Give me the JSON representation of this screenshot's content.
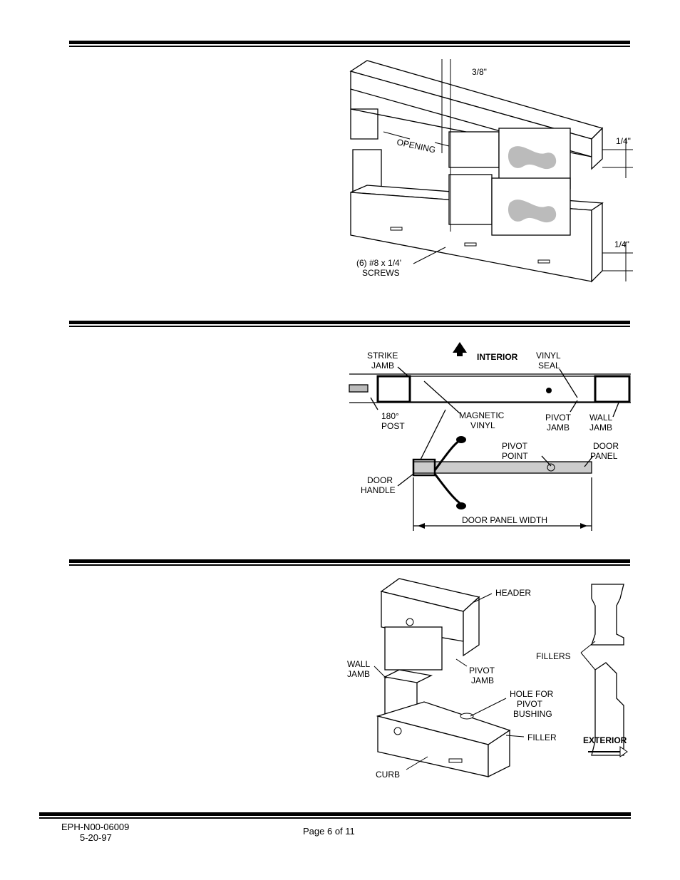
{
  "figure1": {
    "dim_top": "3/8\"",
    "dim_right_upper": "1/4\"",
    "dim_right_lower": "1/4\"",
    "opening_label": "OPENING",
    "screws_line1": "(6) #8 x 1/4'",
    "screws_line2": "SCREWS"
  },
  "figure2": {
    "interior": "INTERIOR",
    "strike_jamb_1": "STRIKE",
    "strike_jamb_2": "JAMB",
    "vinyl_seal_1": "VINYL",
    "vinyl_seal_2": "SEAL",
    "post_1": "180°",
    "post_2": "POST",
    "magnetic_vinyl_1": "MAGNETIC",
    "magnetic_vinyl_2": "VINYL",
    "pivot_jamb_1": "PIVOT",
    "pivot_jamb_2": "JAMB",
    "wall_jamb_1": "WALL",
    "wall_jamb_2": "JAMB",
    "pivot_point_1": "PIVOT",
    "pivot_point_2": "POINT",
    "door_panel_1": "DOOR",
    "door_panel_2": "PANEL",
    "door_handle_1": "DOOR",
    "door_handle_2": "HANDLE",
    "door_panel_width": "DOOR PANEL WIDTH"
  },
  "figure3": {
    "header": "HEADER",
    "wall_jamb_1": "WALL",
    "wall_jamb_2": "JAMB",
    "pivot_jamb_1": "PIVOT",
    "pivot_jamb_2": "JAMB",
    "fillers": "FILLERS",
    "hole_1": "HOLE FOR",
    "hole_2": "PIVOT",
    "hole_3": "BUSHING",
    "filler": "FILLER",
    "curb": "CURB",
    "exterior": "EXTERIOR"
  },
  "footer": {
    "doc_id": "EPH-N00-06009",
    "date": "5-20-97",
    "page": "Page 6 of 11"
  }
}
